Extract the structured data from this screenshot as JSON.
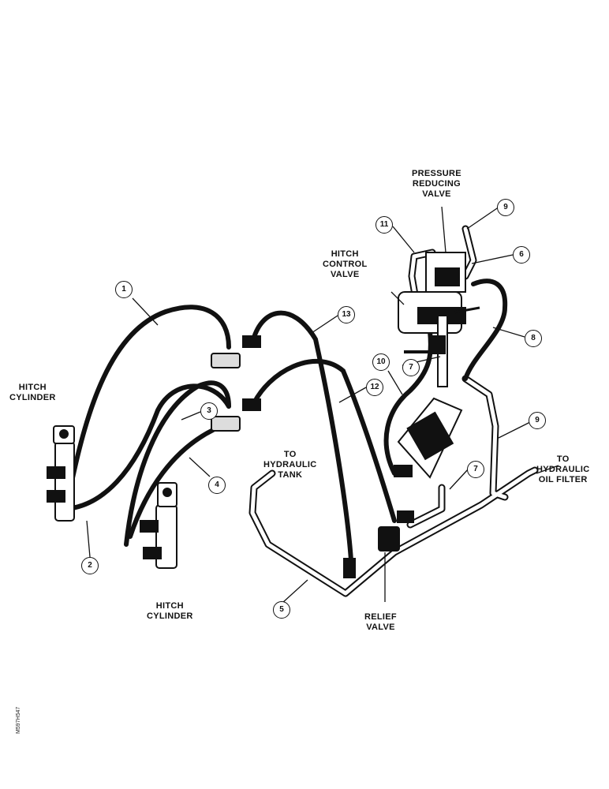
{
  "labels": {
    "pressure_reducing_valve": [
      "PRESSURE",
      "REDUCING",
      "VALVE"
    ],
    "hitch_control_valve": [
      "HITCH",
      "CONTROL",
      "VALVE"
    ],
    "hitch_cylinder_left": [
      "HITCH",
      "CYLINDER"
    ],
    "hitch_cylinder_center": [
      "HITCH",
      "CYLINDER"
    ],
    "to_hydraulic_tank": [
      "TO",
      "HYDRAULIC",
      "TANK"
    ],
    "to_hydraulic_oil_filter": [
      "TO",
      "HYDRAULIC",
      "OIL FILTER"
    ],
    "relief_valve": [
      "RELIEF",
      "VALVE"
    ]
  },
  "callouts": [
    "1",
    "2",
    "3",
    "4",
    "5",
    "6",
    "7",
    "7",
    "8",
    "9",
    "9",
    "10",
    "11",
    "12",
    "13"
  ],
  "figure_code": "M597H547",
  "colors": {
    "ink": "#111111",
    "paper": "#ffffff",
    "tube_fill": "#ffffff"
  }
}
